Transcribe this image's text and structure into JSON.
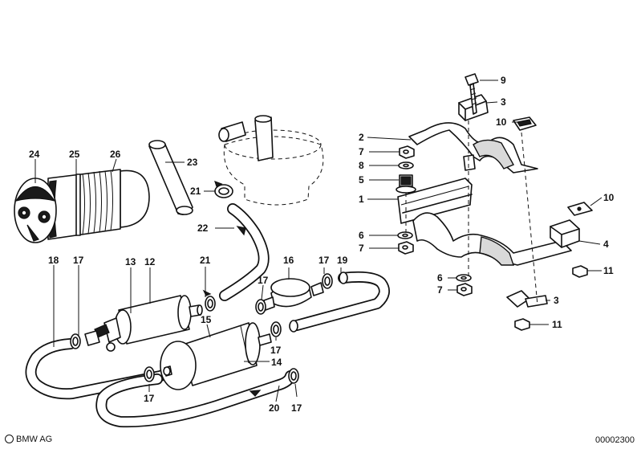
{
  "labels": {
    "l24": "24",
    "l25": "25",
    "l26": "26",
    "l23": "23",
    "l21a": "21",
    "l22": "22",
    "l18": "18",
    "l17a": "17",
    "l13": "13",
    "l12": "12",
    "l21b": "21",
    "l16": "16",
    "l17b": "17",
    "l19": "19",
    "l17c": "17",
    "l15": "15",
    "l17d": "17",
    "l14": "14",
    "l17e": "17",
    "l20": "20",
    "l17f": "17",
    "l9": "9",
    "l3a": "3",
    "l10a": "10",
    "l2": "2",
    "l7a": "7",
    "l8": "8",
    "l5": "5",
    "l1": "1",
    "l6a": "6",
    "l7b": "7",
    "l10b": "10",
    "l4": "4",
    "l11a": "11",
    "l6b": "6",
    "l7c": "7",
    "l3b": "3",
    "l11b": "11"
  },
  "footer": {
    "logo": "BMW AG",
    "diagram_number": "00002300"
  }
}
